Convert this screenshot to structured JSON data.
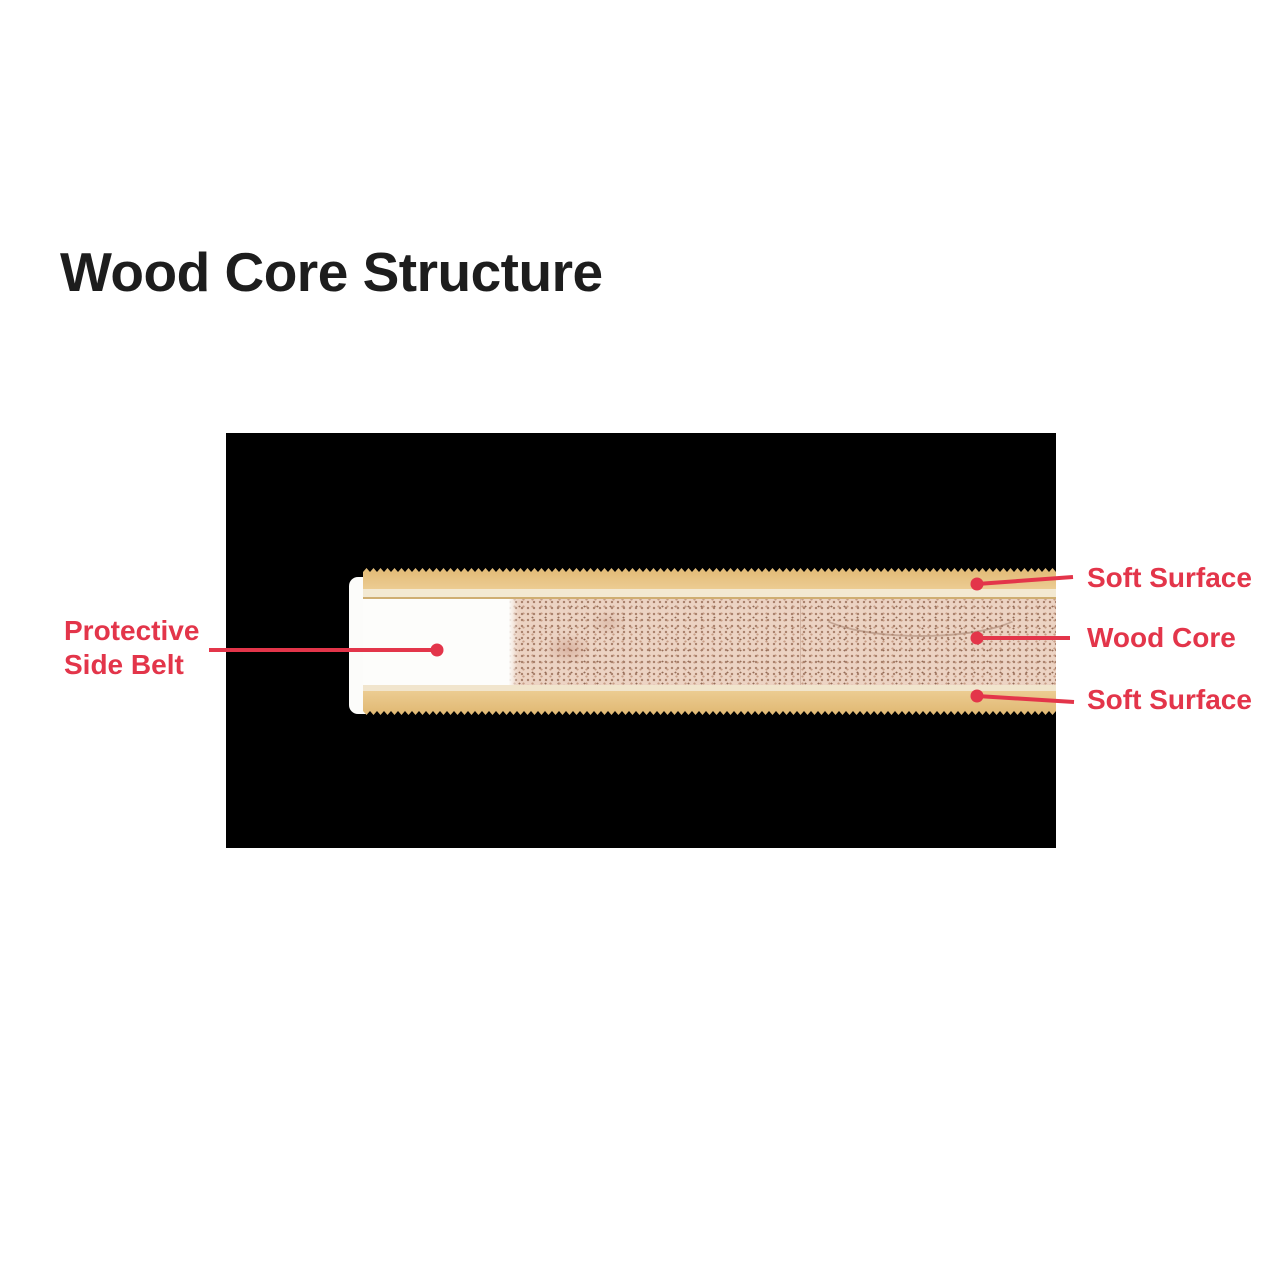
{
  "title": "Wood Core Structure",
  "diagram": {
    "panel_background": "#000000",
    "accent_color": "#e3354a",
    "callouts": {
      "left": {
        "line1": "Protective",
        "line2": "Side Belt"
      },
      "right": [
        {
          "label": "Soft Surface"
        },
        {
          "label": "Wood Core"
        },
        {
          "label": "Soft Surface"
        }
      ]
    },
    "layer_colors": {
      "soft_surface_tan": "#e9c78b",
      "surface_divider_cream": "#f3e9d2",
      "wood_core_beige": "#ecd3c3",
      "side_belt_white": "#fdfdfb"
    }
  }
}
